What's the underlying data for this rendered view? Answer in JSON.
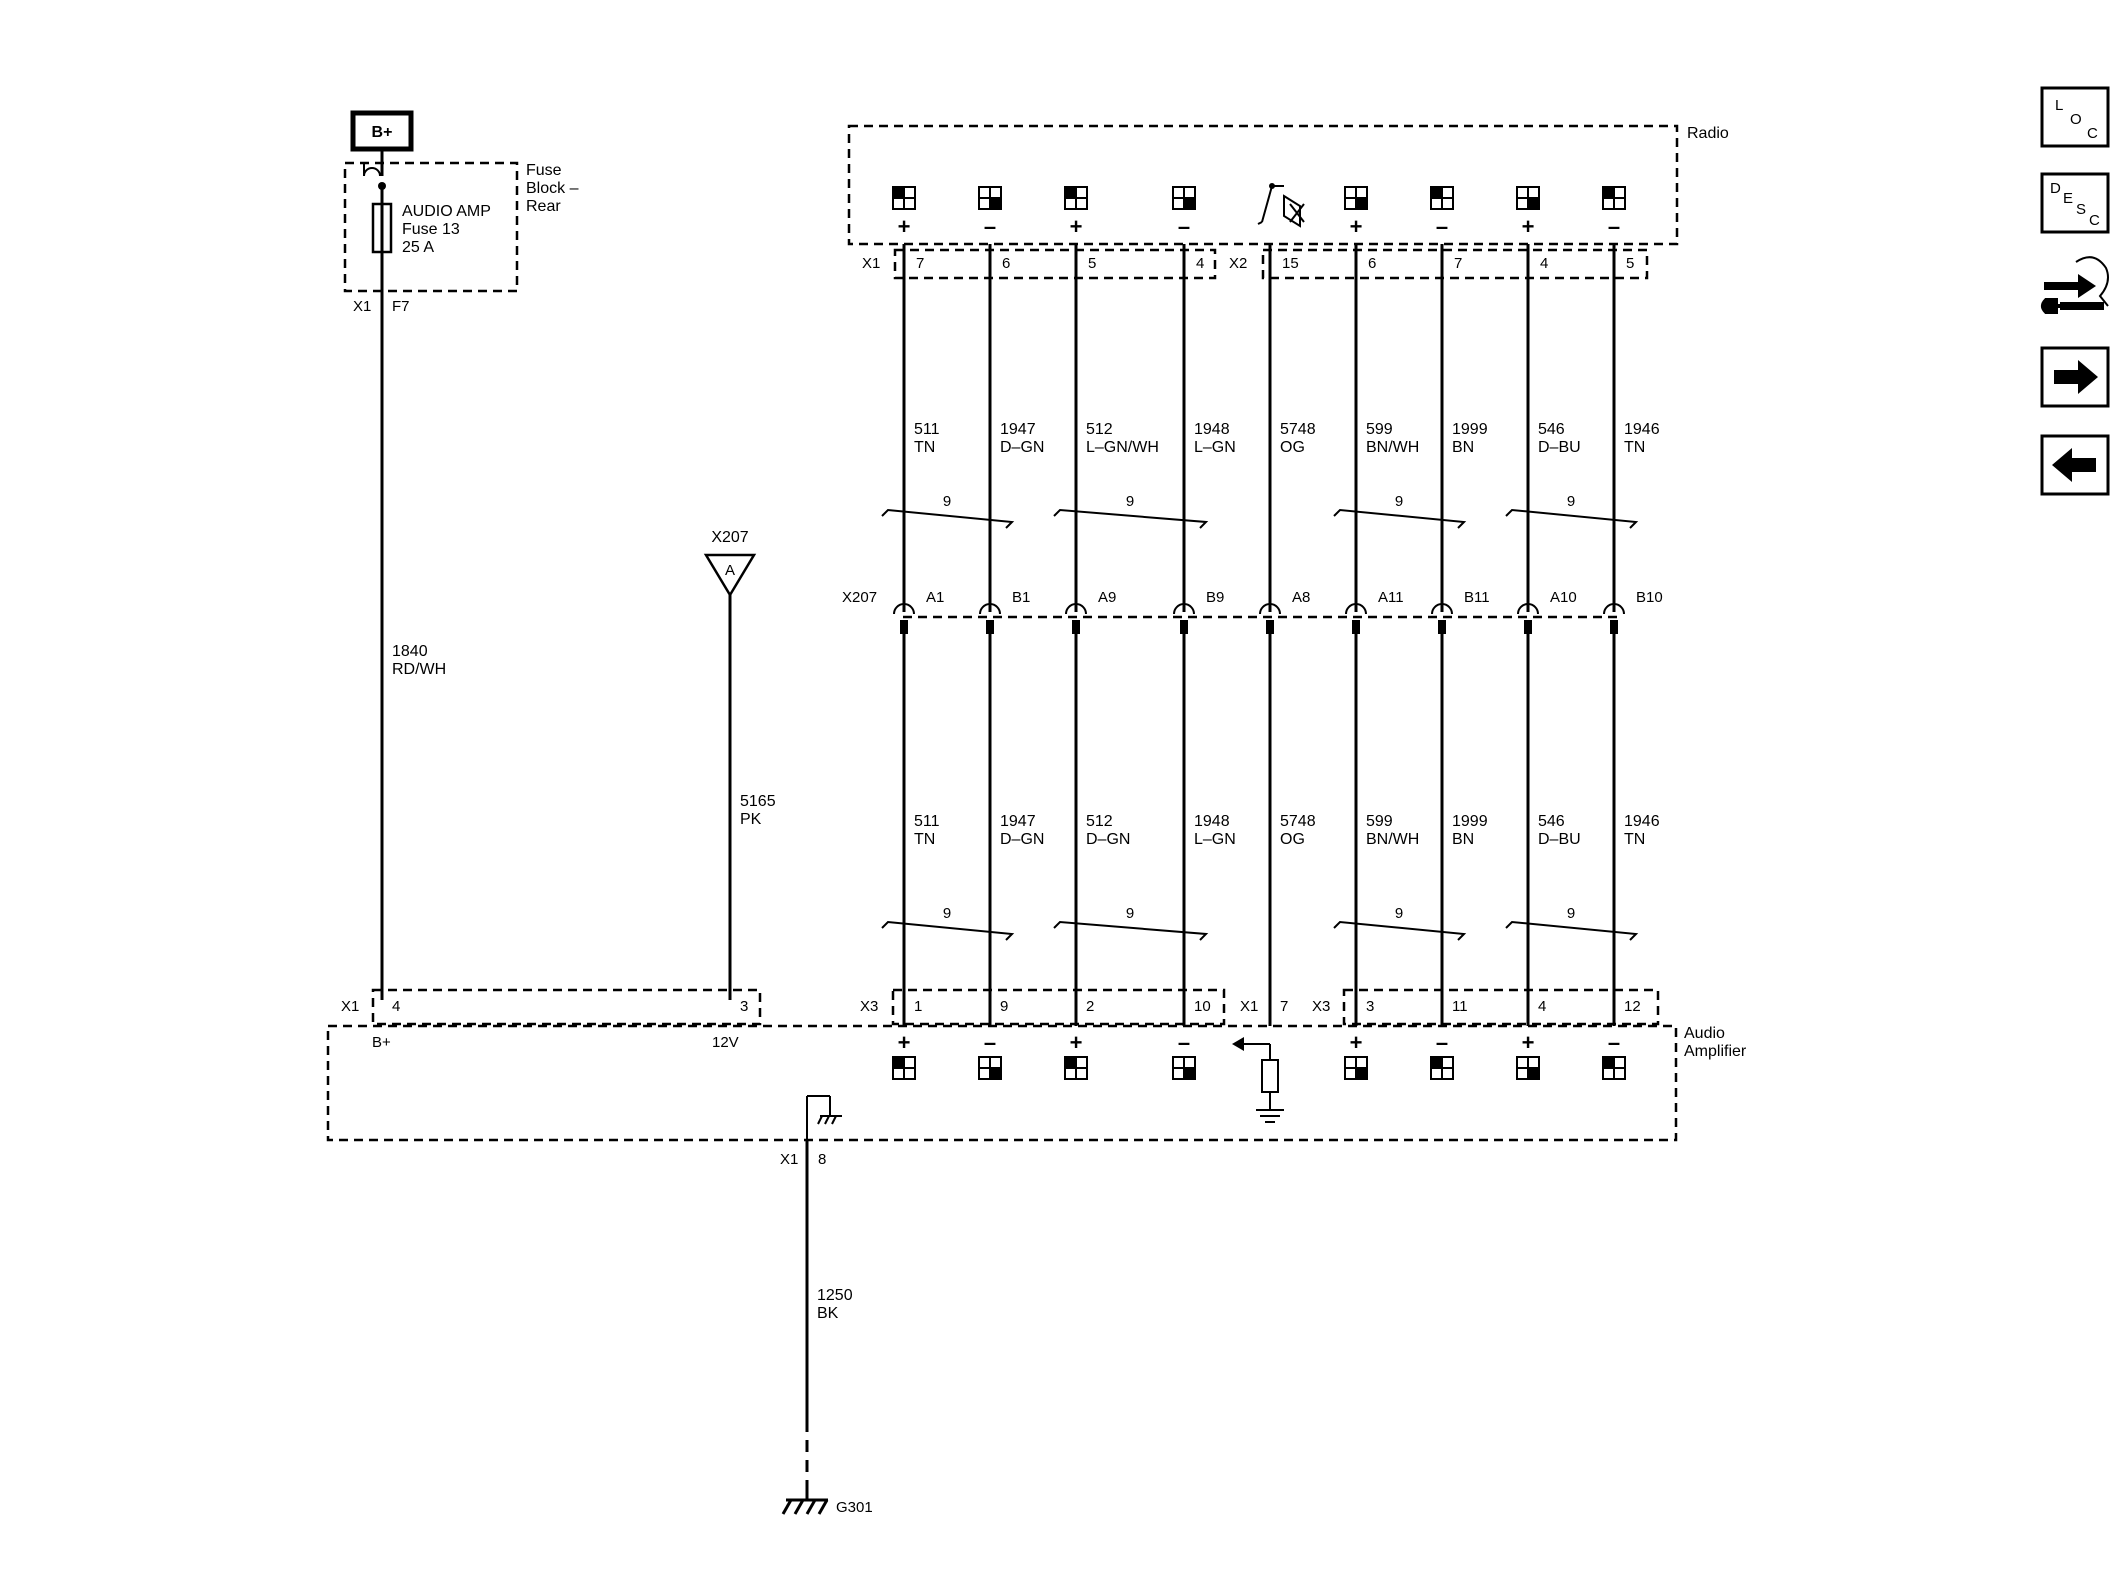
{
  "power": {
    "label": "B+"
  },
  "fuse_block": {
    "name_lines": [
      "Fuse",
      "Block –",
      "Rear"
    ],
    "fuse_lines": [
      "AUDIO AMP",
      "Fuse 13",
      "25 A"
    ],
    "connector": "X1",
    "pin": "F7"
  },
  "wire_bplus": {
    "circuit": "1840",
    "color": "RD/WH"
  },
  "x207_ref": {
    "connector": "X207",
    "pin": "A"
  },
  "wire_12v": {
    "circuit": "5165",
    "color": "PK"
  },
  "radio": {
    "label": "Radio",
    "x1_label": "X1",
    "x2_label": "X2",
    "pins": [
      "7",
      "6",
      "5",
      "4",
      "15",
      "6",
      "7",
      "4",
      "5"
    ],
    "signs": [
      "+",
      "–",
      "+",
      "–",
      "",
      "+",
      "–",
      "+",
      "–"
    ]
  },
  "upper_wires": {
    "circuits": [
      "511",
      "1947",
      "512",
      "1948",
      "5748",
      "599",
      "1999",
      "546",
      "1946"
    ],
    "colors": [
      "TN",
      "D–GN",
      "L–GN/WH",
      "L–GN",
      "OG",
      "BN/WH",
      "BN",
      "D–BU",
      "TN"
    ]
  },
  "twist_label": "9",
  "x207": {
    "label": "X207",
    "pins": [
      "A1",
      "B1",
      "A9",
      "B9",
      "A8",
      "A11",
      "B11",
      "A10",
      "B10"
    ]
  },
  "lower_wires": {
    "circuits": [
      "511",
      "1947",
      "512",
      "1948",
      "5748",
      "599",
      "1999",
      "546",
      "1946"
    ],
    "colors": [
      "TN",
      "D–GN",
      "D–GN",
      "L–GN",
      "OG",
      "BN/WH",
      "BN",
      "D–BU",
      "TN"
    ]
  },
  "amplifier": {
    "label_lines": [
      "Audio",
      "Amplifier"
    ],
    "x1_label": "X1",
    "x1_pins": [
      "4",
      "3"
    ],
    "x1_pin_labels": [
      "B+",
      "12V"
    ],
    "x3_label": "X3",
    "x1b_label": "X1",
    "x3b_label": "X3",
    "pins": [
      "1",
      "9",
      "2",
      "10",
      "7",
      "3",
      "11",
      "4",
      "12"
    ],
    "signs": [
      "+",
      "–",
      "+",
      "–",
      "",
      "+",
      "–",
      "+",
      "–"
    ],
    "ground_connector": "X1",
    "ground_pin": "8"
  },
  "ground_wire": {
    "circuit": "1250",
    "color": "BK"
  },
  "ground": {
    "label": "G301"
  },
  "nav": {
    "loc": [
      "L",
      "O",
      "C"
    ],
    "desc": [
      "D",
      "E",
      "S",
      "C"
    ]
  }
}
